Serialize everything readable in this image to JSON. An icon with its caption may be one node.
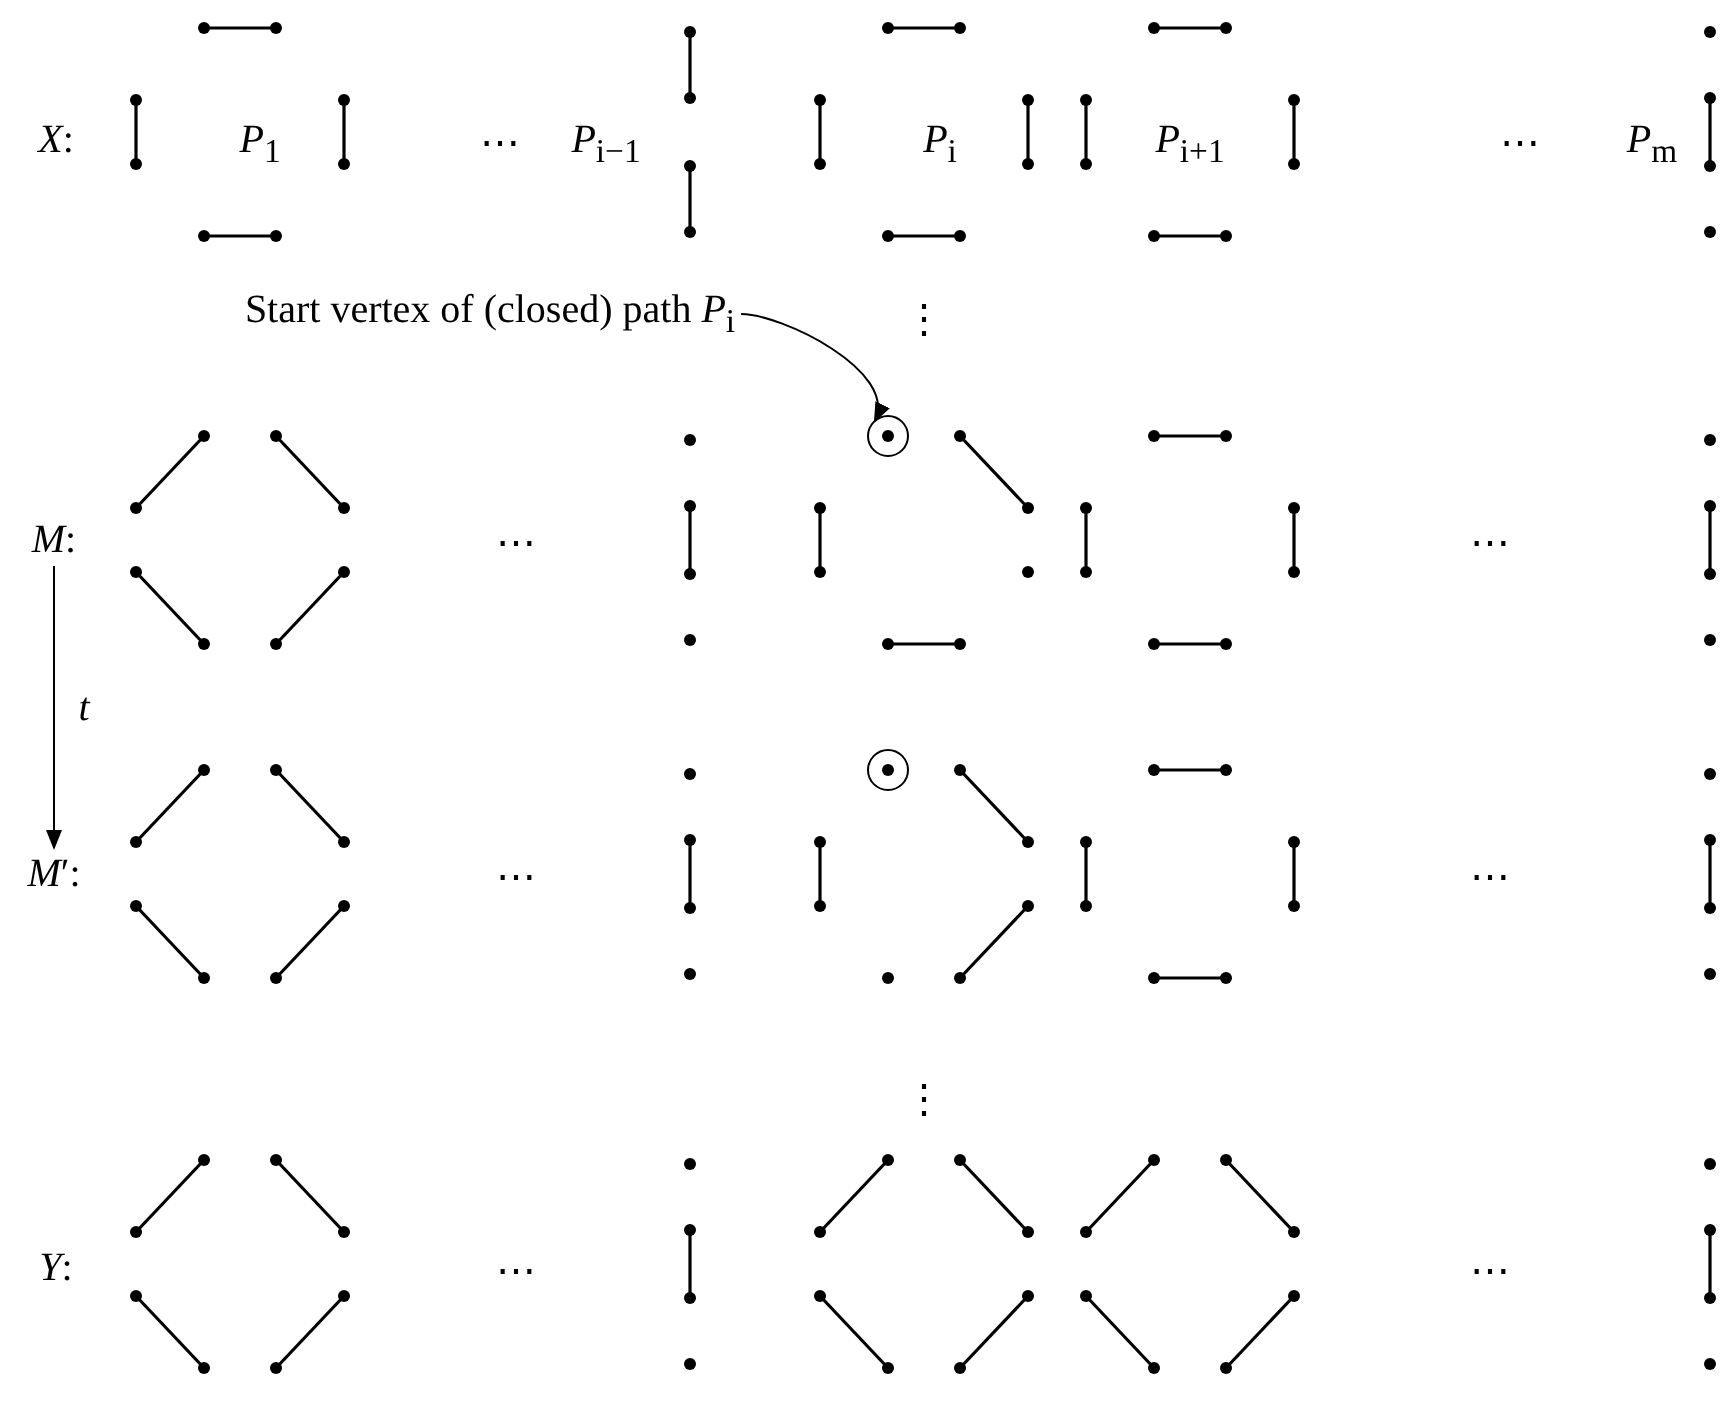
{
  "diagram": {
    "nodes": [
      {
        "text": [
          "Start vertex of (closed) path *P*$_{i}$"
        ]
      },
      {
        "text": [],
        "shape": "circle"
      },
      {
        "text": [
          "*M*:"
        ]
      },
      {
        "text": [
          "*M*′:"
        ]
      }
    ],
    "edges": [
      {
        "from": 2,
        "to": 3,
        "arrow": "to",
        "label": "*t*"
      },
      {
        "from": 0,
        "to": 1,
        "arrow": "to"
      }
    ],
    "labels": [
      "*X*:",
      "*P*$_{1}$",
      "⋯",
      "*P*$_{i−1}$",
      "*P*$_{i}$",
      "*P*$_{i+1}$",
      "⋯",
      "*P*$_{m}$",
      "⋮",
      "⋯",
      "⋯",
      "⋯",
      "⋯",
      "⋮",
      "*Y*:",
      "⋯",
      "⋯"
    ]
  }
}
